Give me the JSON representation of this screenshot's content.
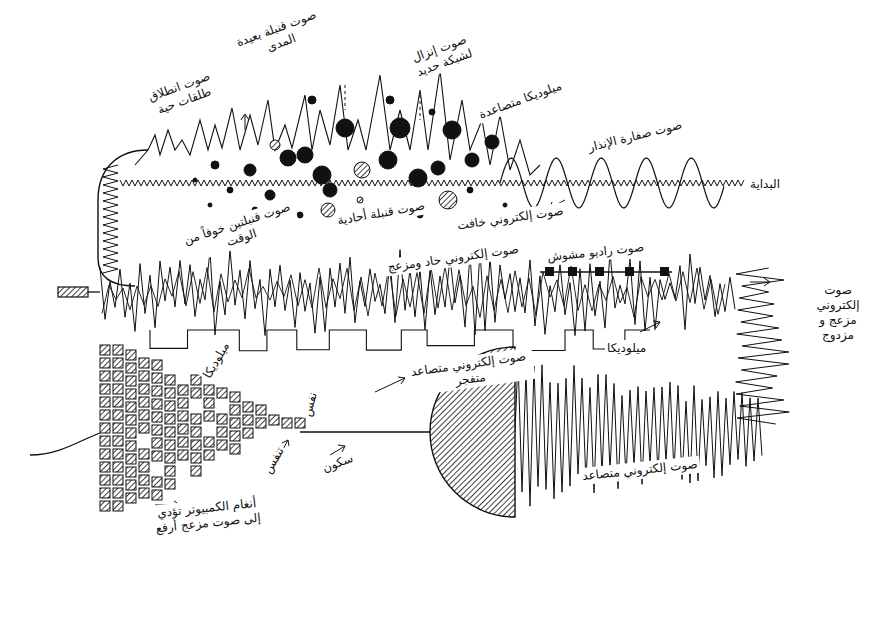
{
  "diagram": {
    "labels": [
      "البداية",
      "صوت صفارة الإنذار",
      "ميلوديكا متصاعدة",
      "صوت إنزال لشبكة حديد",
      "صوت قنبلة بعيدة المدى",
      "صوت انطلاق طلقات حية",
      "صوت قنبلتين خوفاً من الوقت",
      "صوت قنبلة أحادية",
      "صوت إلكتروني خافت",
      "صوت إلكتروني حاد ومزعج",
      "صوت راديو مشوش",
      "صوت إلكتروني مزعج و مزدوج",
      "ميلوديكا",
      "ميلوديكا",
      "صوت إلكتروني متصاعد متفجر",
      "نفس",
      "تنفس",
      "سكون",
      "صوت إلكتروني متصاعد",
      "أنغام الكمبيوتر تؤدي إلى صوت مزعج أرفع"
    ]
  }
}
